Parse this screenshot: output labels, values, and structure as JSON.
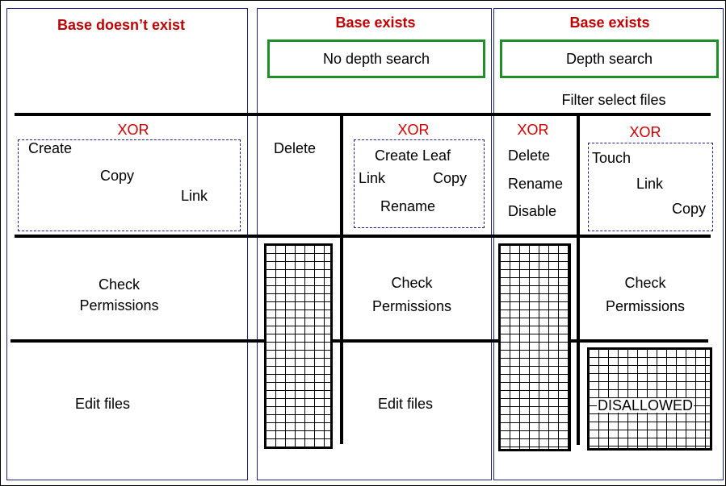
{
  "columns": {
    "col1_header": "Base doesn’t exist",
    "col2_header": "Base exists",
    "col3_header": "Base exists"
  },
  "search_boxes": {
    "no_depth": "No depth search",
    "depth": "Depth search"
  },
  "filter_label": "Filter select files",
  "xor_label": "XOR",
  "col1_ops": {
    "create": "Create",
    "copy": "Copy",
    "link": "Link"
  },
  "col2_ops": {
    "delete": "Delete",
    "create_leaf": "Create Leaf",
    "link": "Link",
    "copy": "Copy",
    "rename": "Rename"
  },
  "col3_ops": {
    "delete": "Delete",
    "rename": "Rename",
    "disable": "Disable",
    "touch": "Touch",
    "link": "Link",
    "copy": "Copy"
  },
  "check_permissions": {
    "line1": "Check",
    "line2": "Permissions"
  },
  "edit_files": "Edit files",
  "disallowed": "DISALLOWED",
  "colors": {
    "heading_red": "#c00000",
    "xor_red": "#d00000",
    "box_green": "#1f8f2a",
    "panel_border": "#1a237e"
  }
}
